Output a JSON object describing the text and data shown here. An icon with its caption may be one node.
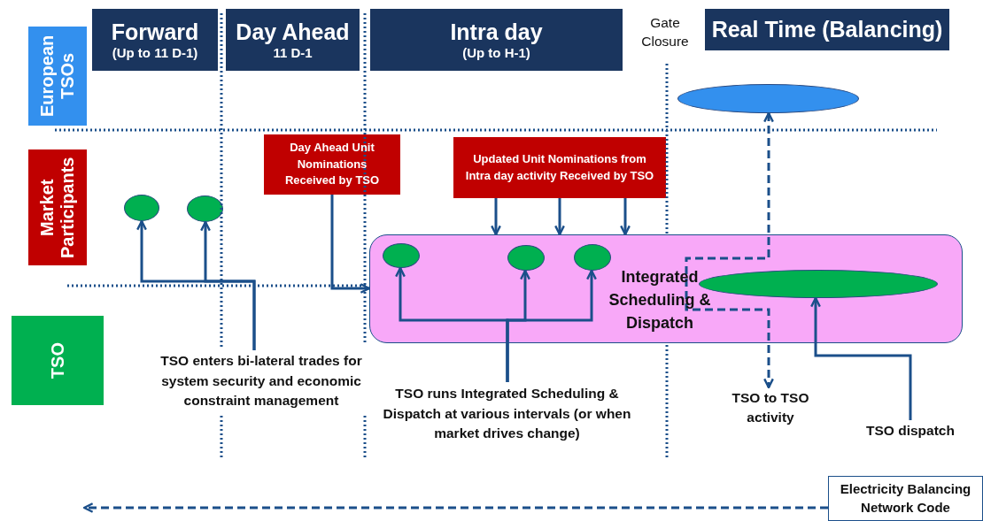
{
  "diagram": {
    "nodes": [
      {
        "text": [
          "Forward",
          "(Up to 11 D-1)"
        ]
      },
      {
        "text": [
          "Day Ahead",
          "11 D-1"
        ]
      },
      {
        "text": [
          "Intra day",
          "(Up to H-1)"
        ]
      },
      {
        "text": [
          "Real Time (Balancing)"
        ]
      },
      {
        "text": [
          "European TSOs"
        ]
      },
      {
        "text": [
          "Market Participants"
        ]
      },
      {
        "text": [
          "TSO"
        ]
      },
      {
        "text": [],
        "shape": "ellipse"
      },
      {
        "text": [],
        "shape": "ellipse"
      },
      {
        "text": [],
        "shape": "ellipse"
      },
      {
        "text": [
          "Day Ahead Unit Nominations Received by TSO"
        ]
      },
      {
        "text": [
          "Updated Unit Nominations from Intra day activity Received by TSO"
        ]
      },
      {
        "text": [
          "Integrated Scheduling & Dispatch"
        ]
      },
      {
        "text": [],
        "shape": "ellipse",
        "in": 12
      },
      {
        "text": [],
        "shape": "ellipse",
        "in": 12
      },
      {
        "text": [],
        "shape": "ellipse",
        "in": 12
      },
      {
        "text": [],
        "shape": "ellipse",
        "in": 12
      },
      {
        "text": [
          "TSO enters bi-lateral trades for system security and economic constraint management"
        ]
      },
      {
        "text": [
          "TSO runs Integrated Scheduling & Dispatch at various intervals (or when market drives change)"
        ]
      },
      {
        "text": [
          "TSO to TSO activity"
        ]
      },
      {
        "text": [
          "TSO dispatch"
        ]
      },
      {
        "text": [
          "Electricity Balancing Network Code"
        ]
      }
    ],
    "edges": [
      {
        "from": 17,
        "to": 8,
        "arrow": "to"
      },
      {
        "from": 17,
        "to": 9,
        "arrow": "to"
      },
      {
        "from": 10,
        "to": 12,
        "arrow": "to"
      },
      {
        "from": 11,
        "to": 12,
        "arrow": "to"
      },
      {
        "from": 11,
        "to": 12,
        "arrow": "to"
      },
      {
        "from": 11,
        "to": 12,
        "arrow": "to"
      },
      {
        "from": 18,
        "to": 13,
        "arrow": "to"
      },
      {
        "from": 18,
        "to": 14,
        "arrow": "to"
      },
      {
        "from": 18,
        "to": 15,
        "arrow": "to"
      },
      {
        "from": 7,
        "to": 19,
        "arrow": "both",
        "style": "dashed"
      },
      {
        "from": 20,
        "to": 16,
        "arrow": "to"
      },
      {
        "from": 21,
        "to": null,
        "arrow": "to",
        "style": "dashed"
      }
    ],
    "labels": [
      "Gate Closure"
    ]
  }
}
